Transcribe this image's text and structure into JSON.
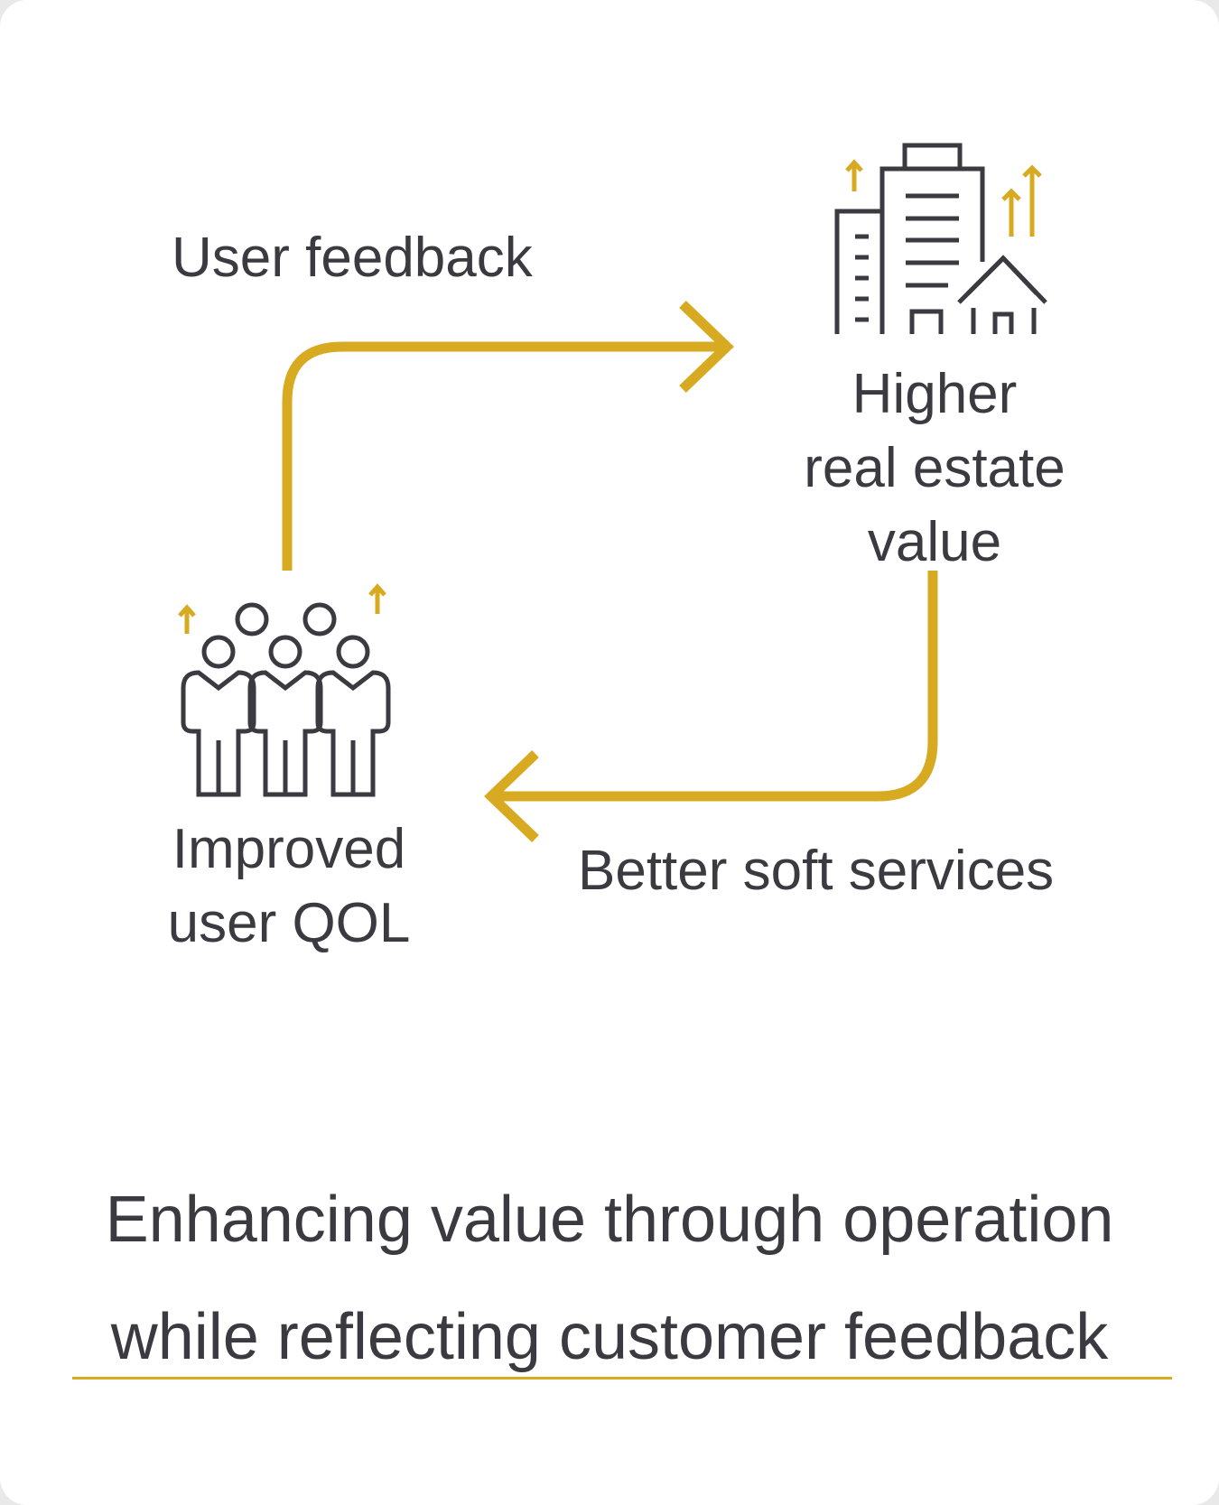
{
  "colors": {
    "accent": "#d7aa22",
    "text": "#3a3a40",
    "background": "#ffffff"
  },
  "nodes": {
    "higher_value": {
      "line1": "Higher",
      "line2": "real estate",
      "line3": "value",
      "icon": "buildings-rising-icon"
    },
    "improved_qol": {
      "line1": "Improved",
      "line2": "user QOL",
      "icon": "people-group-icon"
    }
  },
  "edges": {
    "user_feedback": "User feedback",
    "soft_services": "Better soft services"
  },
  "caption": {
    "line1": "Enhancing value through operation",
    "line2": "while reflecting customer feedback"
  }
}
